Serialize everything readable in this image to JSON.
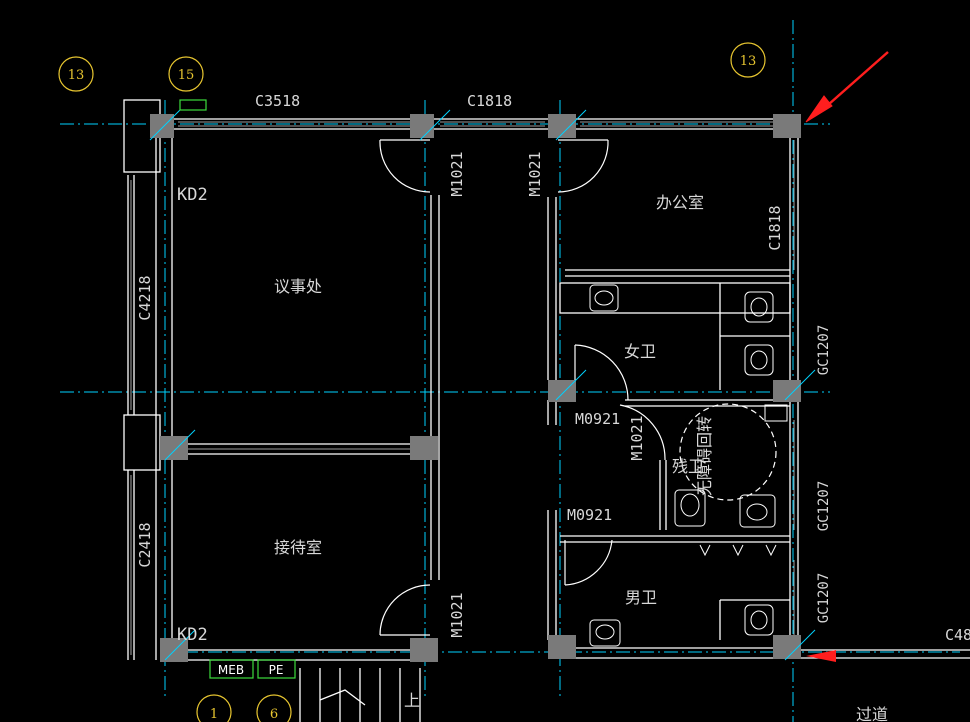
{
  "axis_labels": {
    "a1": "13",
    "a2": "15",
    "a3": "13",
    "b1": "1",
    "b2": "6"
  },
  "window_tags": {
    "c3518": "C3518",
    "c1818_top": "C1818",
    "c1818_right": "C1818",
    "c4218": "C4218",
    "c2418": "C2418",
    "gc1207_a": "GC1207",
    "gc1207_b": "GC1207",
    "gc1207_c": "GC1207",
    "c48": "C48"
  },
  "door_tags": {
    "m1021_a": "M1021",
    "m1021_b": "M1021",
    "m1021_c": "M1021",
    "m1021_d": "M1021",
    "m0921_a": "M0921",
    "m0921_b": "M0921",
    "kd2_top": "KD2",
    "kd2_bottom": "KD2"
  },
  "rooms": {
    "meeting": "议事处",
    "reception": "接待室",
    "office": "办公室",
    "womens_wc": "女卫",
    "accessible_wc": "残卫",
    "mens_wc": "男卫",
    "corridor": "过道",
    "stairs_up": "上",
    "accessible_circle": "无障碍回转"
  },
  "panels": {
    "meb": "MEB",
    "pe": "PE"
  },
  "colors": {
    "wall": "#ffffff",
    "axis": "#00d2ff",
    "column": "#7a7a7a",
    "accent": "#ff1e1e",
    "circle": "#e8c630",
    "panel": "#3ddc3d"
  }
}
